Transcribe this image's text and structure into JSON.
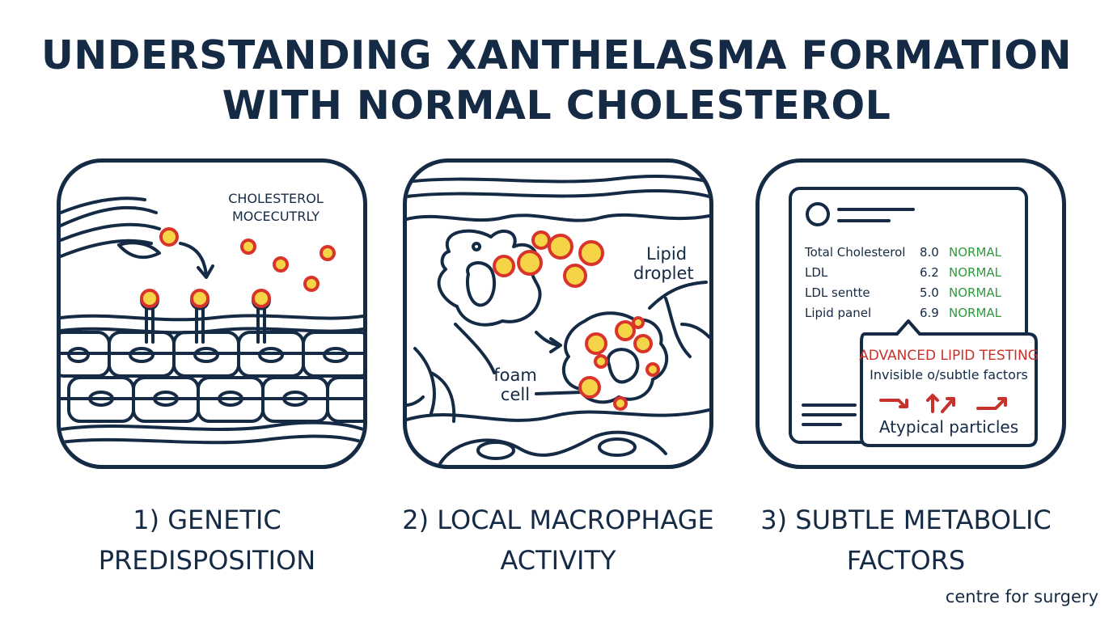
{
  "title": {
    "line1": "UNDERSTANDING XANTHELASMA FORMATION",
    "line2": "WITH NORMAL CHOLESTEROL"
  },
  "panels": [
    {
      "caption_line1": "1) GENETIC",
      "caption_line2": "PREDISPOSITION",
      "label_line1": "CHOLESTEROL",
      "label_line2": "MOCECUTRLY"
    },
    {
      "caption_line1": "2) LOCAL MACROPHAGE",
      "caption_line2": "ACTIVITY",
      "lipid_line1": "Lipid",
      "lipid_line2": "droplet",
      "foam_line1": "foam",
      "foam_line2": "cell"
    },
    {
      "caption_line1": "3) SUBTLE METABOLIC",
      "caption_line2": "FACTORS",
      "lab_rows": [
        {
          "name": "Total Cholesterol",
          "value": "8.0",
          "status": "NORMAL"
        },
        {
          "name": "LDL",
          "value": "6.2",
          "status": "NORMAL"
        },
        {
          "name": "LDL sentte",
          "value": "5.0",
          "status": "NORMAL"
        },
        {
          "name": "Lipid panel",
          "value": "6.9",
          "status": "NORMAL"
        }
      ],
      "callout_title": "ADVANCED LIPID TESTING",
      "callout_subtitle": "Invisible o/subtle factors",
      "callout_footer": "Atypical particles"
    }
  ],
  "credit": "centre for surgery",
  "colors": {
    "navy": "#142a45",
    "lipid_fill": "#f5d547",
    "lipid_ring": "#d9342b",
    "normal_green": "#2e9a3e",
    "alert_red": "#c8322b"
  }
}
